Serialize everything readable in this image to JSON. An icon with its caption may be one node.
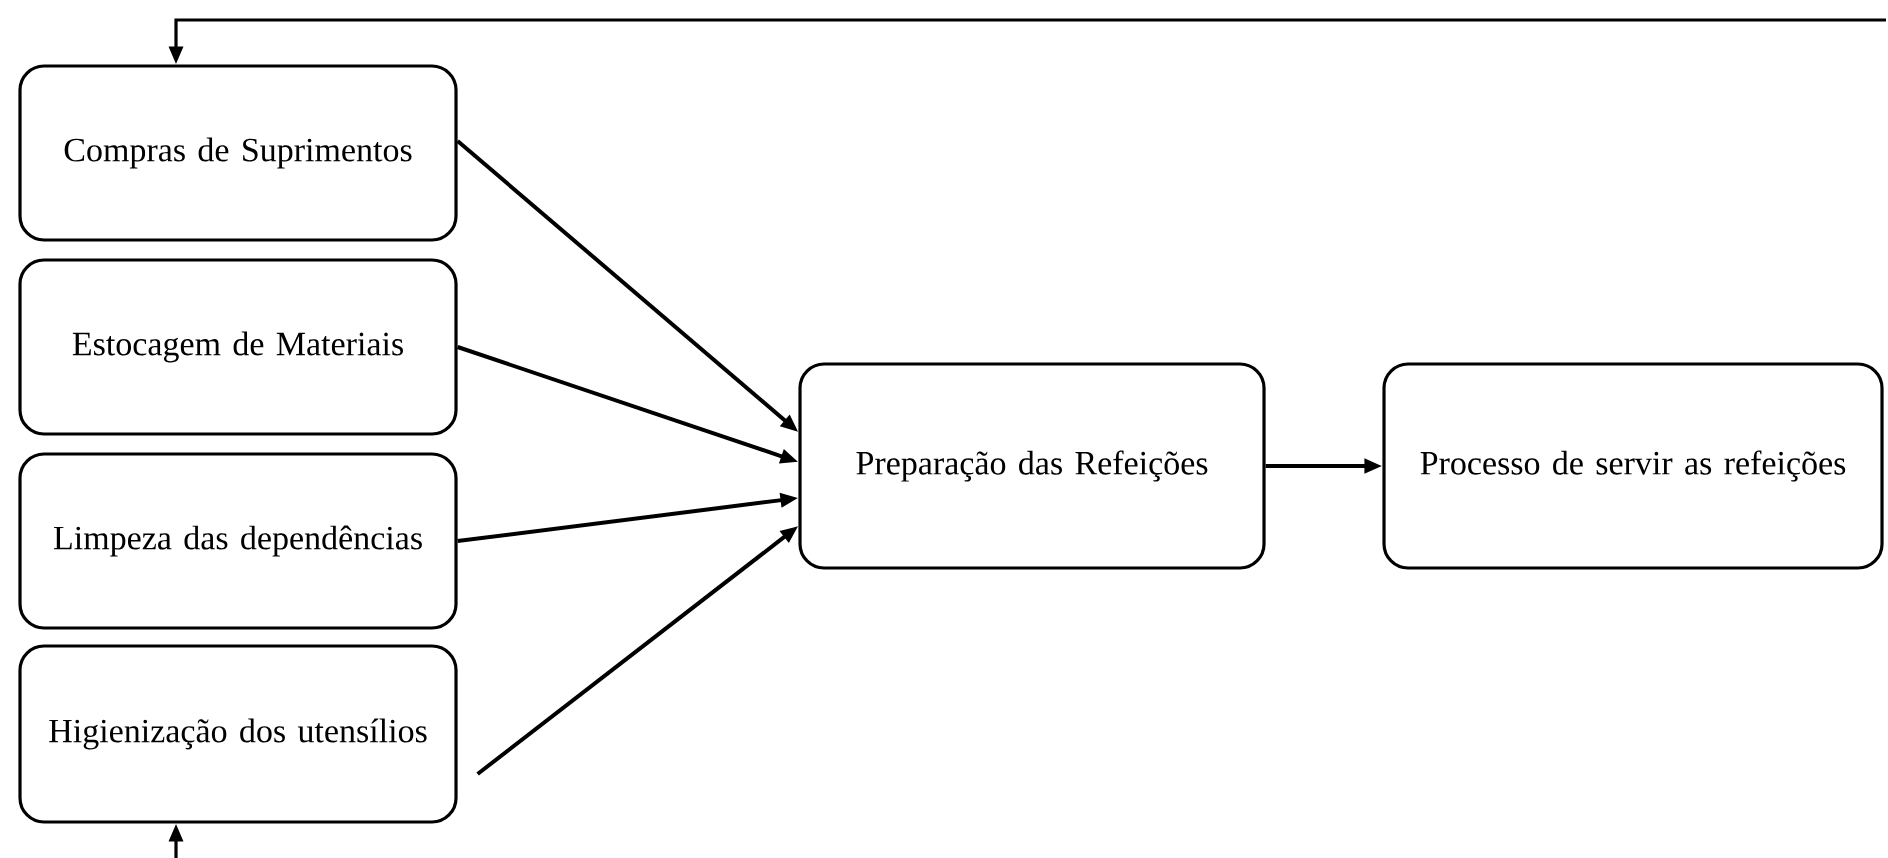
{
  "diagram": {
    "nodes": [
      {
        "text": [
          "Compras de Suprimentos"
        ]
      },
      {
        "text": [
          "Estocagem de Materiais"
        ]
      },
      {
        "text": [
          "Limpeza das dependências"
        ]
      },
      {
        "text": [
          "Higienização dos utensílios"
        ]
      },
      {
        "text": [
          "Preparação das Refeições"
        ]
      },
      {
        "text": [
          "Processo de servir as refeições"
        ]
      }
    ],
    "edges": [
      {
        "from": 0,
        "to": 4,
        "arrow": "to"
      },
      {
        "from": 1,
        "to": 4,
        "arrow": "to"
      },
      {
        "from": 2,
        "to": 4,
        "arrow": "to"
      },
      {
        "from": 3,
        "to": 4,
        "arrow": "to"
      },
      {
        "from": 4,
        "to": 5,
        "arrow": "to"
      },
      {
        "from": null,
        "to": 0,
        "arrow": "to"
      },
      {
        "from": null,
        "to": 3,
        "arrow": "to"
      }
    ]
  }
}
